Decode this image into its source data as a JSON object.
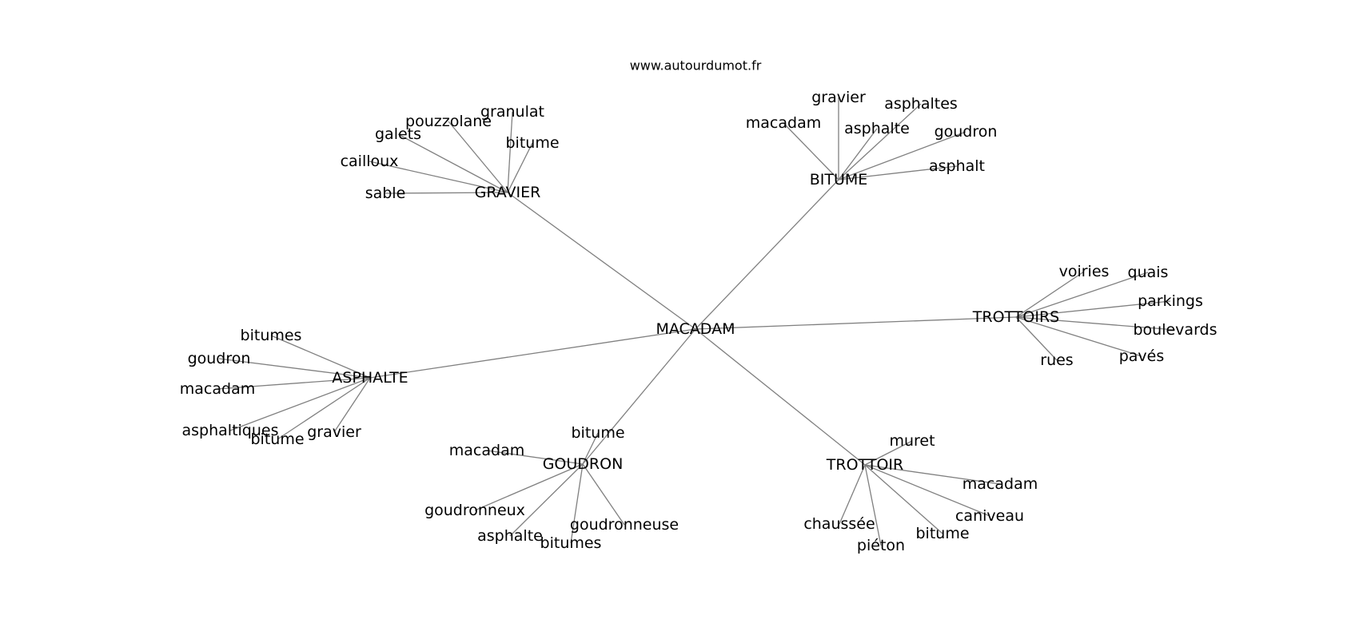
{
  "site": "www.autourdumot.fr",
  "center": "MACADAM",
  "hubs": [
    {
      "id": "gravier",
      "label": "GRAVIER",
      "leaves": [
        "granulat",
        "pouzzolane",
        "galets",
        "cailloux",
        "sable",
        "bitume"
      ]
    },
    {
      "id": "bitume",
      "label": "BITUME",
      "leaves": [
        "gravier",
        "macadam",
        "asphaltes",
        "asphalte",
        "goudron",
        "asphalt"
      ]
    },
    {
      "id": "trottoirs",
      "label": "TROTTOIRS",
      "leaves": [
        "voiries",
        "quais",
        "parkings",
        "boulevards",
        "pavés",
        "rues"
      ]
    },
    {
      "id": "asphalte",
      "label": "ASPHALTE",
      "leaves": [
        "bitumes",
        "goudron",
        "macadam",
        "asphaltiques",
        "bitume",
        "gravier"
      ]
    },
    {
      "id": "goudron",
      "label": "GOUDRON",
      "leaves": [
        "bitume",
        "macadam",
        "goudronneux",
        "asphalte",
        "bitumes",
        "goudronneuse"
      ]
    },
    {
      "id": "trottoir",
      "label": "TROTTOIR",
      "leaves": [
        "muret",
        "macadam",
        "caniveau",
        "bitume",
        "piéton",
        "chaussée"
      ]
    }
  ]
}
